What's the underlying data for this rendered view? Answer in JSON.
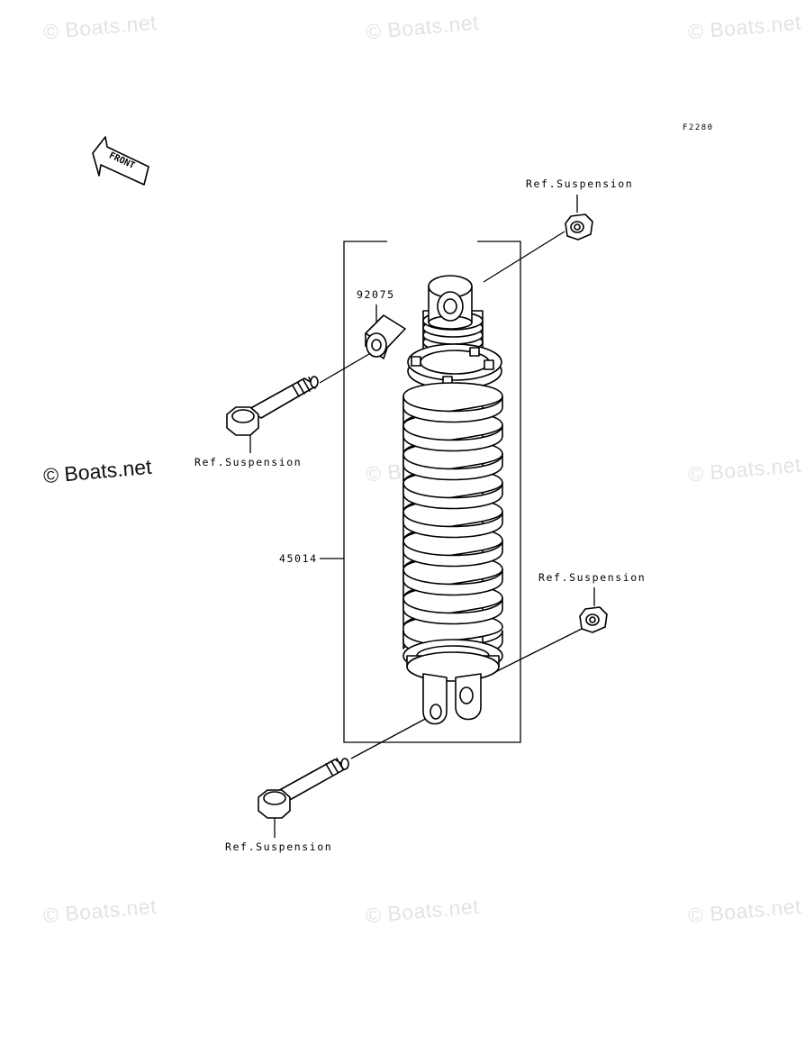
{
  "watermark": "© Boats.net",
  "figure_code": "F2280",
  "front_label": "FRONT",
  "labels": {
    "ref_top_right": "Ref.Suspension",
    "ref_left_bolt": "Ref.Suspension",
    "ref_bottom_right": "Ref.Suspension",
    "ref_bottom_bolt": "Ref.Suspension",
    "collar_part": "92075",
    "shock_part": "45014"
  }
}
